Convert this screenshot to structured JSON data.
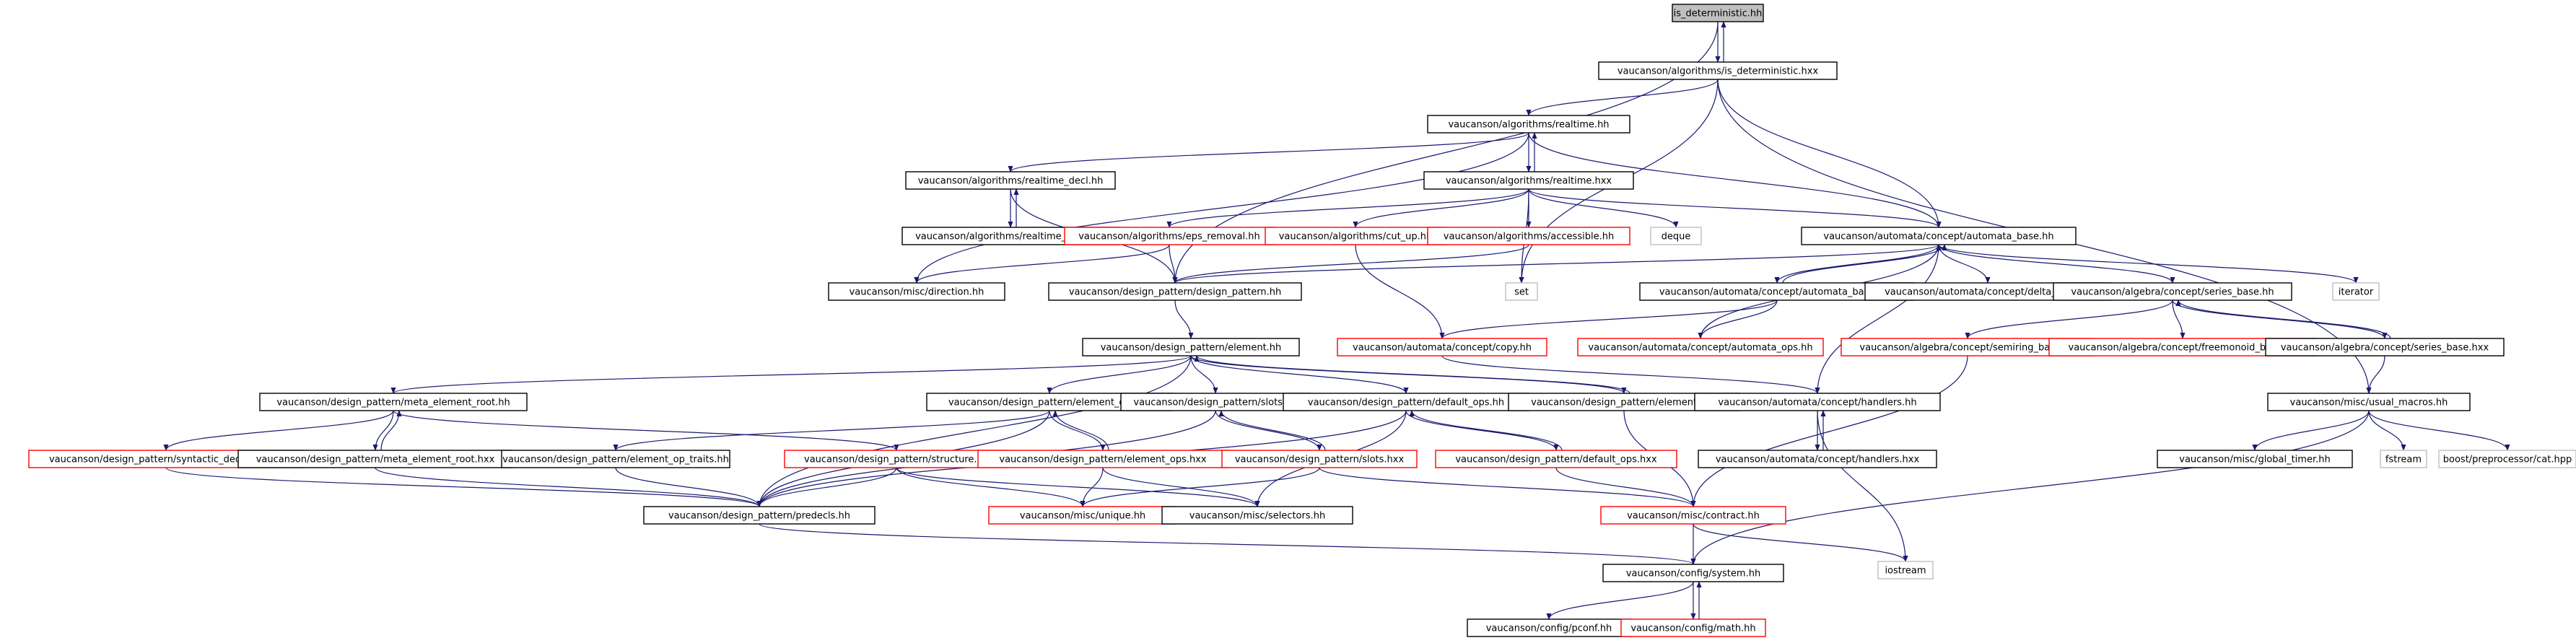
{
  "colors": {
    "edge": "#191970",
    "edge_alt": "#c00000",
    "box_normal": "#000000",
    "box_missing": "#ff0000",
    "box_external": "#bfbfbf",
    "root_fill": "#bfbfbf",
    "page_bg": "#ffffff"
  },
  "nodes": [
    {
      "id": "root",
      "label": "is_deterministic.hh",
      "kind": "root"
    },
    {
      "id": "isdet_hxx",
      "label": "vaucanson/algorithms/is_deterministic.hxx",
      "kind": "normal"
    },
    {
      "id": "realtime_hh",
      "label": "vaucanson/algorithms/realtime.hh",
      "kind": "normal"
    },
    {
      "id": "realtime_decl_hh",
      "label": "vaucanson/algorithms/realtime_decl.hh",
      "kind": "normal"
    },
    {
      "id": "realtime_hxx",
      "label": "vaucanson/algorithms/realtime.hxx",
      "kind": "normal"
    },
    {
      "id": "realtime_decl_hxx",
      "label": "vaucanson/algorithms/realtime_decl.hxx",
      "kind": "normal"
    },
    {
      "id": "eps_removal",
      "label": "vaucanson/algorithms/eps_removal.hh",
      "kind": "missing"
    },
    {
      "id": "cut_up",
      "label": "vaucanson/algorithms/cut_up.hh",
      "kind": "missing"
    },
    {
      "id": "accessible",
      "label": "vaucanson/algorithms/accessible.hh",
      "kind": "missing"
    },
    {
      "id": "deque",
      "label": "deque",
      "kind": "external"
    },
    {
      "id": "automata_base_hh",
      "label": "vaucanson/automata/concept/automata_base.hh",
      "kind": "normal"
    },
    {
      "id": "set",
      "label": "set",
      "kind": "external"
    },
    {
      "id": "iterator",
      "label": "iterator",
      "kind": "external"
    },
    {
      "id": "direction",
      "label": "vaucanson/misc/direction.hh",
      "kind": "normal"
    },
    {
      "id": "design_pattern_hh",
      "label": "vaucanson/design_pattern/design_pattern.hh",
      "kind": "normal"
    },
    {
      "id": "automata_base_hxx",
      "label": "vaucanson/automata/concept/automata_base.hxx",
      "kind": "normal"
    },
    {
      "id": "delta_kind",
      "label": "vaucanson/automata/concept/delta_kind.hh",
      "kind": "normal"
    },
    {
      "id": "series_base_hh",
      "label": "vaucanson/algebra/concept/series_base.hh",
      "kind": "normal"
    },
    {
      "id": "copy",
      "label": "vaucanson/automata/concept/copy.hh",
      "kind": "missing"
    },
    {
      "id": "automata_ops",
      "label": "vaucanson/automata/concept/automata_ops.hh",
      "kind": "missing"
    },
    {
      "id": "semiring_base",
      "label": "vaucanson/algebra/concept/semiring_base.hh",
      "kind": "missing"
    },
    {
      "id": "freemonoid_base",
      "label": "vaucanson/algebra/concept/freemonoid_base.hh",
      "kind": "missing"
    },
    {
      "id": "series_base_hxx",
      "label": "vaucanson/algebra/concept/series_base.hxx",
      "kind": "normal"
    },
    {
      "id": "element_hh",
      "label": "vaucanson/design_pattern/element.hh",
      "kind": "normal"
    },
    {
      "id": "meta_root_hh",
      "label": "vaucanson/design_pattern/meta_element_root.hh",
      "kind": "normal"
    },
    {
      "id": "element_ops_hh",
      "label": "vaucanson/design_pattern/element_ops.hh",
      "kind": "normal"
    },
    {
      "id": "slots_hh",
      "label": "vaucanson/design_pattern/slots.hh",
      "kind": "normal"
    },
    {
      "id": "default_ops_hh",
      "label": "vaucanson/design_pattern/default_ops.hh",
      "kind": "normal"
    },
    {
      "id": "element_hxx",
      "label": "vaucanson/design_pattern/element.hxx",
      "kind": "normal"
    },
    {
      "id": "handlers_hh",
      "label": "vaucanson/automata/concept/handlers.hh",
      "kind": "normal"
    },
    {
      "id": "usual_macros",
      "label": "vaucanson/misc/usual_macros.hh",
      "kind": "normal"
    },
    {
      "id": "syntactic",
      "label": "vaucanson/design_pattern/syntactic_decorator.hh",
      "kind": "missing"
    },
    {
      "id": "meta_root_hxx",
      "label": "vaucanson/design_pattern/meta_element_root.hxx",
      "kind": "normal"
    },
    {
      "id": "elem_op_traits",
      "label": "vaucanson/design_pattern/element_op_traits.hh",
      "kind": "normal"
    },
    {
      "id": "structure",
      "label": "vaucanson/design_pattern/structure.hh",
      "kind": "missing"
    },
    {
      "id": "element_ops_hxx",
      "label": "vaucanson/design_pattern/element_ops.hxx",
      "kind": "missing"
    },
    {
      "id": "slots_hxx",
      "label": "vaucanson/design_pattern/slots.hxx",
      "kind": "missing"
    },
    {
      "id": "default_ops_hxx",
      "label": "vaucanson/design_pattern/default_ops.hxx",
      "kind": "missing"
    },
    {
      "id": "handlers_hxx",
      "label": "vaucanson/automata/concept/handlers.hxx",
      "kind": "normal"
    },
    {
      "id": "global_timer",
      "label": "vaucanson/misc/global_timer.hh",
      "kind": "normal"
    },
    {
      "id": "fstream",
      "label": "fstream",
      "kind": "external"
    },
    {
      "id": "boost_cat",
      "label": "boost/preprocessor/cat.hpp",
      "kind": "external"
    },
    {
      "id": "predecls",
      "label": "vaucanson/design_pattern/predecls.hh",
      "kind": "normal"
    },
    {
      "id": "unique",
      "label": "vaucanson/misc/unique.hh",
      "kind": "missing"
    },
    {
      "id": "selectors",
      "label": "vaucanson/misc/selectors.hh",
      "kind": "normal"
    },
    {
      "id": "contract",
      "label": "vaucanson/misc/contract.hh",
      "kind": "missing"
    },
    {
      "id": "iostream",
      "label": "iostream",
      "kind": "external"
    },
    {
      "id": "system",
      "label": "vaucanson/config/system.hh",
      "kind": "normal"
    },
    {
      "id": "pconf",
      "label": "vaucanson/config/pconf.hh",
      "kind": "normal"
    },
    {
      "id": "math",
      "label": "vaucanson/config/math.hh",
      "kind": "missing"
    }
  ],
  "edges": [
    [
      "root",
      "isdet_hxx"
    ],
    [
      "isdet_hxx",
      "root"
    ],
    [
      "root",
      "design_pattern_hh"
    ],
    [
      "isdet_hxx",
      "realtime_hh"
    ],
    [
      "isdet_hxx",
      "automata_base_hh"
    ],
    [
      "isdet_hxx",
      "set"
    ],
    [
      "isdet_hxx",
      "usual_macros"
    ],
    [
      "realtime_hh",
      "realtime_hxx"
    ],
    [
      "realtime_hxx",
      "realtime_hh"
    ],
    [
      "realtime_hh",
      "realtime_decl_hh"
    ],
    [
      "realtime_hh",
      "automata_base_hh"
    ],
    [
      "realtime_hh",
      "direction"
    ],
    [
      "realtime_decl_hh",
      "realtime_decl_hxx"
    ],
    [
      "realtime_decl_hxx",
      "realtime_decl_hh"
    ],
    [
      "realtime_decl_hh",
      "design_pattern_hh"
    ],
    [
      "realtime_hxx",
      "eps_removal"
    ],
    [
      "realtime_hxx",
      "cut_up"
    ],
    [
      "realtime_hxx",
      "accessible"
    ],
    [
      "realtime_hxx",
      "deque"
    ],
    [
      "realtime_hxx",
      "set"
    ],
    [
      "realtime_hxx",
      "automata_base_hh"
    ],
    [
      "eps_removal",
      "direction"
    ],
    [
      "eps_removal",
      "design_pattern_hh"
    ],
    [
      "cut_up",
      "copy"
    ],
    [
      "accessible",
      "design_pattern_hh"
    ],
    [
      "automata_base_hh",
      "design_pattern_hh"
    ],
    [
      "automata_base_hh",
      "automata_base_hxx"
    ],
    [
      "automata_base_hxx",
      "automata_base_hh"
    ],
    [
      "automata_base_hh",
      "delta_kind"
    ],
    [
      "automata_base_hh",
      "series_base_hh"
    ],
    [
      "automata_base_hh",
      "iterator"
    ],
    [
      "automata_base_hh",
      "handlers_hh"
    ],
    [
      "automata_base_hxx",
      "copy"
    ],
    [
      "automata_base_hxx",
      "automata_ops"
    ],
    [
      "copy",
      "handlers_hh"
    ],
    [
      "automata_ops",
      "automata_base_hh"
    ],
    [
      "series_base_hh",
      "semiring_base"
    ],
    [
      "series_base_hh",
      "freemonoid_base"
    ],
    [
      "series_base_hh",
      "series_base_hxx"
    ],
    [
      "series_base_hxx",
      "series_base_hh"
    ],
    [
      "semiring_base",
      "contract"
    ],
    [
      "series_base_hxx",
      "usual_macros"
    ],
    [
      "design_pattern_hh",
      "element_hh"
    ],
    [
      "element_hh",
      "meta_root_hh"
    ],
    [
      "element_hh",
      "element_ops_hh"
    ],
    [
      "element_hh",
      "slots_hh"
    ],
    [
      "element_hh",
      "default_ops_hh"
    ],
    [
      "element_hh",
      "element_hxx"
    ],
    [
      "element_hxx",
      "element_hh"
    ],
    [
      "element_hh",
      "predecls"
    ],
    [
      "meta_root_hh",
      "syntactic"
    ],
    [
      "meta_root_hh",
      "meta_root_hxx"
    ],
    [
      "meta_root_hxx",
      "meta_root_hh"
    ],
    [
      "meta_root_hh",
      "structure"
    ],
    [
      "element_ops_hh",
      "elem_op_traits"
    ],
    [
      "element_ops_hh",
      "element_ops_hxx"
    ],
    [
      "element_ops_hxx",
      "element_ops_hh"
    ],
    [
      "element_ops_hh",
      "predecls"
    ],
    [
      "slots_hh",
      "slots_hxx"
    ],
    [
      "slots_hxx",
      "slots_hh"
    ],
    [
      "slots_hh",
      "predecls"
    ],
    [
      "default_ops_hh",
      "default_ops_hxx"
    ],
    [
      "default_ops_hxx",
      "default_ops_hh"
    ],
    [
      "default_ops_hh",
      "predecls"
    ],
    [
      "default_ops_hh",
      "selectors"
    ],
    [
      "element_hxx",
      "contract"
    ],
    [
      "handlers_hh",
      "handlers_hxx"
    ],
    [
      "handlers_hxx",
      "handlers_hh"
    ],
    [
      "handlers_hh",
      "iostream"
    ],
    [
      "usual_macros",
      "global_timer"
    ],
    [
      "usual_macros",
      "fstream"
    ],
    [
      "usual_macros",
      "boost_cat"
    ],
    [
      "usual_macros",
      "system"
    ],
    [
      "syntactic",
      "predecls"
    ],
    [
      "meta_root_hxx",
      "predecls"
    ],
    [
      "elem_op_traits",
      "predecls"
    ],
    [
      "structure",
      "predecls"
    ],
    [
      "structure",
      "unique"
    ],
    [
      "structure",
      "selectors"
    ],
    [
      "element_ops_hxx",
      "unique"
    ],
    [
      "element_ops_hxx",
      "selectors"
    ],
    [
      "slots_hxx",
      "unique"
    ],
    [
      "slots_hxx",
      "contract"
    ],
    [
      "default_ops_hxx",
      "contract"
    ],
    [
      "predecls",
      "system"
    ],
    [
      "contract",
      "system"
    ],
    [
      "contract",
      "iostream"
    ],
    [
      "system",
      "pconf"
    ],
    [
      "system",
      "math"
    ],
    [
      "math",
      "system"
    ]
  ]
}
